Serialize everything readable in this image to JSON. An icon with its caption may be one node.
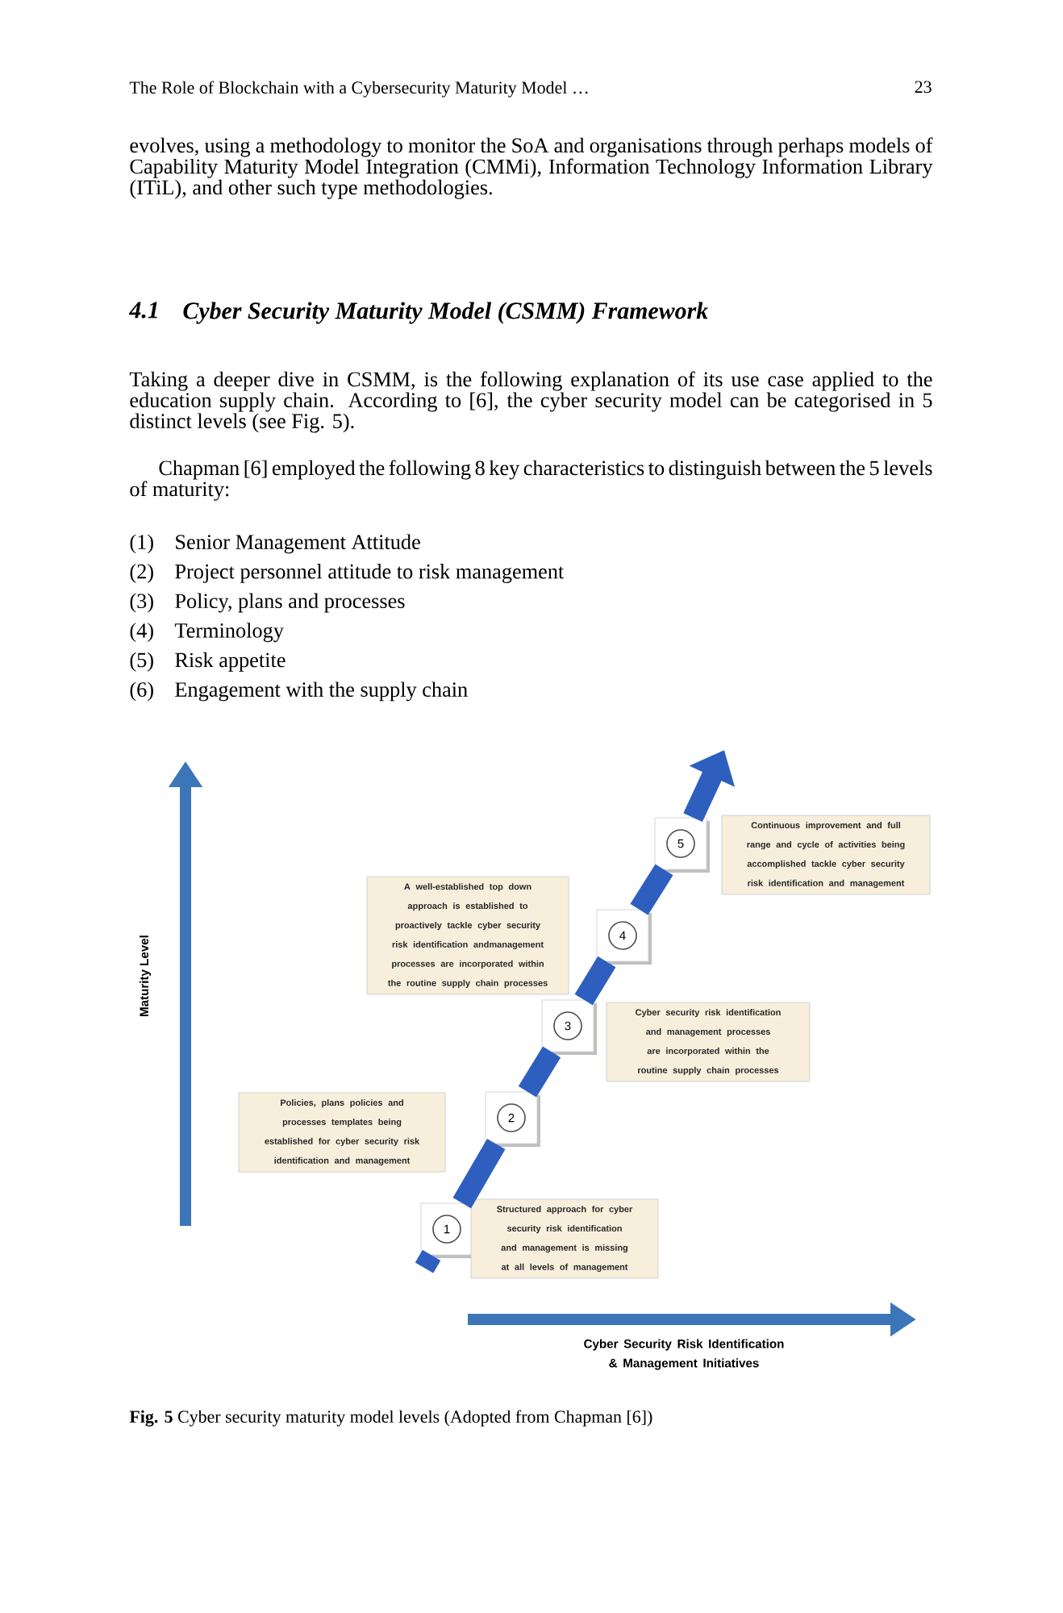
{
  "diagram": {
    "nodes": [
      {
        "text": [
          "1"
        ]
      },
      {
        "text": [
          "Structured approach for cyber security risk identification and management is missing at all levels of management"
        ]
      },
      {
        "text": [
          "2"
        ]
      },
      {
        "text": [
          "Policies, plans policies and processes templates being established for cyber security risk identification and management"
        ]
      },
      {
        "text": [
          "3"
        ]
      },
      {
        "text": [
          "Cyber security risk identification and management processes are incorporated within the routine supply chain processes"
        ]
      },
      {
        "text": [
          "4"
        ]
      },
      {
        "text": [
          "A well-established top down approach is established to proactively tackle cyber security risk identification andmanagement processes are incorporated within the routine supply chain processes"
        ]
      },
      {
        "text": [
          "5"
        ]
      },
      {
        "text": [
          "Continuous improvement and full range and cycle of activities being accomplished tackle cyber security risk identification and management"
        ]
      }
    ],
    "edges": [
      {
        "from": null,
        "to": 0,
        "arrow": "none"
      },
      {
        "from": 0,
        "to": 2,
        "arrow": "none"
      },
      {
        "from": 2,
        "to": 4,
        "arrow": "none"
      },
      {
        "from": 4,
        "to": 6,
        "arrow": "none"
      },
      {
        "from": 6,
        "to": 8,
        "arrow": "none"
      },
      {
        "from": 8,
        "to": null,
        "arrow": "to"
      }
    ],
    "labels": [
      "The Role of Blockchain with a Cybersecurity Maturity Model …",
      "23",
      "evolves, using a methodology to monitor the SoA and organisations through perhaps models of Capability Maturity Model Integration (CMMi), Information Technology Information Library (ITiL), and other such type methodologies.",
      "4.1",
      "Cyber Security Maturity Model (CSMM) Framework",
      "Taking a deeper dive in CSMM, is the following explanation of its use case applied to the education supply chain. According to [6], the cyber security model can be categorised in 5 distinct levels (see Fig. 5).",
      "Chapman [6] employed the following 8 key characteristics to distinguish between the 5 levels of maturity:",
      "(1)",
      "Senior Management Attitude",
      "(2)",
      "Project personnel attitude to risk management",
      "(3)",
      "Policy, plans and processes",
      "(4)",
      "Terminology",
      "(5)",
      "Risk appetite",
      "(6)",
      "Engagement with the supply chain",
      "Maturity Level",
      "Cyber Security Risk Identification & Management Initiatives"
    ],
    "caption": "**Fig. 5** Cyber security maturity model levels (Adopted from Chapman [6])"
  }
}
